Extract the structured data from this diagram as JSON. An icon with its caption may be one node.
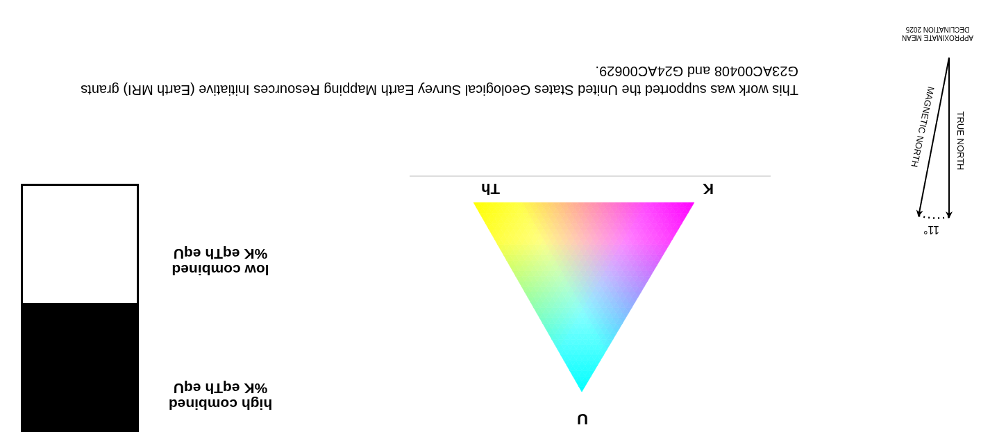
{
  "diagram": {
    "labels": [
      "APPROXIMATE MEAN DECLINATION 2025",
      "TRUE NORTH",
      "MAGNETIC NORTH",
      "11°",
      "This work was supported the United States Geological Survey Earth Mapping Resources Initiative (Earth MRI) grants G23AC00408 and G24AC00629.",
      "K",
      "Th",
      "U"
    ],
    "legend": [
      {
        "text": "high combined %K eqTh eqU",
        "color": "#000000"
      },
      {
        "text": "low combined %K eqTh eqU",
        "color": "#ffffff"
      }
    ]
  }
}
